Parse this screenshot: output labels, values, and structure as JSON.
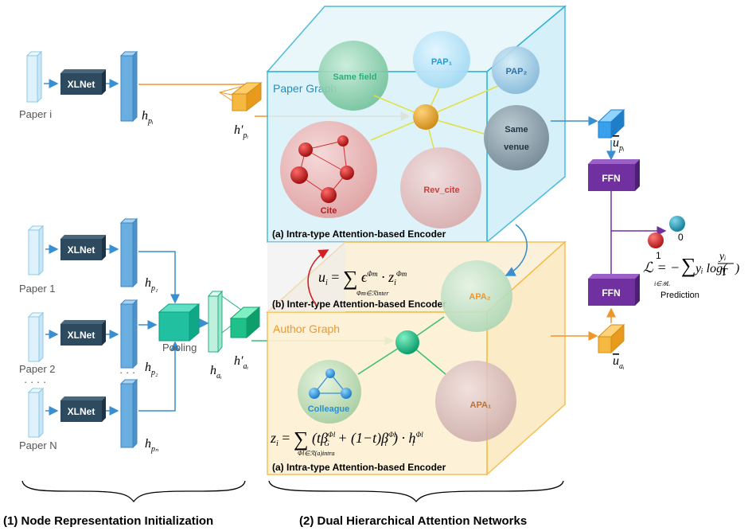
{
  "papers_top": {
    "paper_i": "Paper i"
  },
  "papers_bottom": {
    "paper_1": "Paper 1",
    "paper_2": "Paper 2",
    "paper_n": "Paper N",
    "dots_vertical": "· · · ·",
    "dots_h": "· · ·"
  },
  "blocks": {
    "xlnet": "XLNet",
    "pooling": "Pooling",
    "ffn_top": "FFN",
    "ffn_bottom": "FFN"
  },
  "symbols": {
    "h_pi": "h",
    "h_pi_sub": "pᵢ",
    "h_prime_pi": "h′",
    "h_prime_pi_sub": "pᵢ",
    "h_p1": "h",
    "h_p1_sub": "p₁",
    "h_p2": "h",
    "h_p2_sub": "p₂",
    "h_pn": "h",
    "h_pn_sub": "pₙ",
    "h_ai": "h",
    "h_ai_sub": "aᵢ",
    "h_prime_ai": "h′",
    "h_prime_ai_sub": "aᵢ",
    "u_pi": "u",
    "u_pi_sub": "pᵢ",
    "u_ai": "u",
    "u_ai_sub": "aᵢ"
  },
  "paper_graph": {
    "title": "Paper Graph",
    "nodes": {
      "same_field": "Same field",
      "pap1": "PAP₁",
      "pap2": "PAP₂",
      "same_venue_1": "Same",
      "same_venue_2": "venue",
      "cite": "Cite",
      "rev_cite": "Rev_cite"
    },
    "encoder_label": "(a) Intra-type Attention-based Encoder"
  },
  "inter": {
    "formula_lhs": "u",
    "formula_lhs_sub": "i",
    "formula_sum_sub": "Φm∈ℛinter",
    "formula_rhs": "ϵ",
    "formula_rhs_sup": "Φm",
    "formula_rhs2": "· z",
    "formula_rhs2_sub": "i",
    "formula_rhs2_sup": "Φm",
    "encoder_label": "(b) Inter-type Attention-based Encoder"
  },
  "author_graph": {
    "title": "Author Graph",
    "nodes": {
      "apa2": "APA₂",
      "apa1": "APA₁",
      "colleague": "Colleague"
    },
    "formula_lhs": "z",
    "formula_lhs_sub": "i",
    "formula_sum_sub": "Φl∈ℛ(a)intra",
    "formula_body": "(tβ",
    "formula_body_G": "G",
    "formula_body2": "+ (1−t)β",
    "formula_body2_sub": "i",
    "formula_body3": ") · h",
    "formula_body3_sub": "i",
    "formula_sup": "Φl",
    "encoder_label": "(a) Intra-type Attention-based Encoder"
  },
  "prediction": {
    "label_0": "0",
    "label_1": "1",
    "loss_lhs": "ℒ = −",
    "loss_sum_sub": "i∈𝒴L",
    "loss_body": "yᵢ log(",
    "loss_frac_num": "yᵢ",
    "loss_frac_den": "T",
    "loss_close": ")",
    "caption": "Prediction"
  },
  "captions": {
    "left": "(1) Node Representation Initialization",
    "right": "(2) Dual Hierarchical Attention Networks"
  },
  "colors": {
    "xlnet": "#2e4a5f",
    "ffn": "#7030a0",
    "paper_graph": "#2bb0d8",
    "author_graph": "#f5b942",
    "arrow_blue": "#3a8fd0",
    "arrow_orange": "#f0962a",
    "arrow_green": "#3cc06c",
    "pooling": "#20c0a0"
  }
}
